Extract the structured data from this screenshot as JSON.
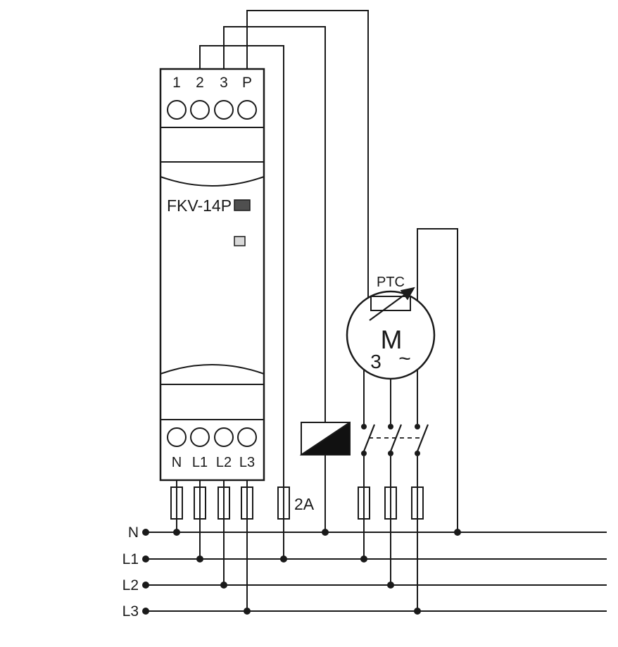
{
  "diagram": {
    "device": {
      "model": "FKV-14P",
      "top_terminals": [
        "1",
        "2",
        "3",
        "P"
      ],
      "bottom_terminals": [
        "N",
        "L1",
        "L2",
        "L3"
      ]
    },
    "bus_lines": [
      "N",
      "L1",
      "L2",
      "L3"
    ],
    "fuse": {
      "rating": "2A"
    },
    "motor": {
      "letter": "M",
      "phases": "3",
      "ac_symbol": "~",
      "sensor_label": "PTC"
    },
    "colors": {
      "line": "#1a1a1a",
      "led_active": "#4f4f4f",
      "led_inactive": "#d9d9d9",
      "contactor_fill": "#111111"
    }
  }
}
